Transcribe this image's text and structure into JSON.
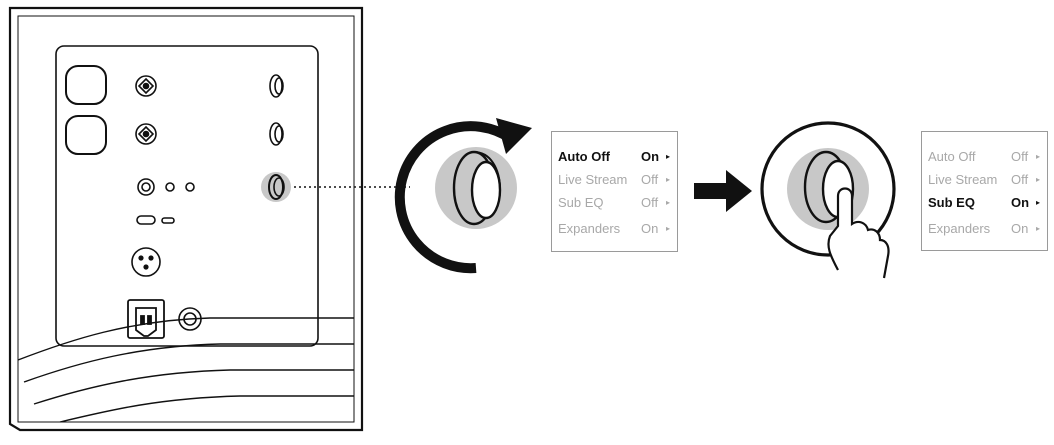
{
  "menu_before": {
    "items": [
      {
        "label": "Auto Off",
        "value": "On",
        "state": "active"
      },
      {
        "label": "Live Stream",
        "value": "Off",
        "state": "dim"
      },
      {
        "label": "Sub EQ",
        "value": "Off",
        "state": "dim"
      },
      {
        "label": "Expanders",
        "value": "On",
        "state": "dim"
      }
    ]
  },
  "menu_after": {
    "items": [
      {
        "label": "Auto Off",
        "value": "Off",
        "state": "dim"
      },
      {
        "label": "Live Stream",
        "value": "Off",
        "state": "dim"
      },
      {
        "label": "Sub EQ",
        "value": "On",
        "state": "active"
      },
      {
        "label": "Expanders",
        "value": "On",
        "state": "dim"
      }
    ]
  },
  "icons": {
    "speaker": "speaker-rear-panel",
    "rotate": "rotate-clockwise-arrow-icon",
    "next": "arrow-right-icon",
    "press": "finger-press-icon",
    "knob": "control-knob-icon"
  },
  "colors": {
    "line": "#111111",
    "highlight": "#c8c8c8",
    "panel": "#ffffff",
    "dim_text": "#a8a8a8"
  }
}
